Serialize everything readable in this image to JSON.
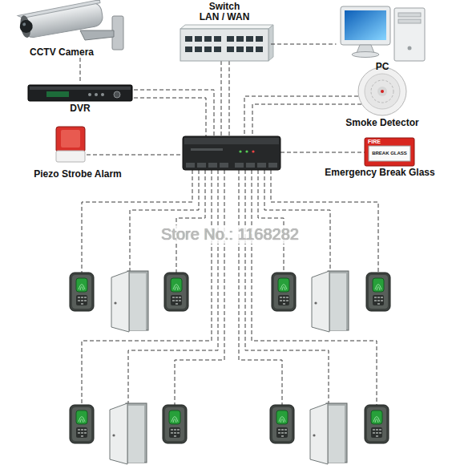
{
  "diagram": {
    "nodes": [
      {
        "text": [
          "CCTV Camera"
        ]
      },
      {
        "text": [
          "Switch LAN / WAN"
        ]
      },
      {
        "text": [
          "PC"
        ]
      },
      {
        "text": [
          "DVR"
        ]
      },
      {
        "text": [
          "Smoke Detector"
        ]
      },
      {
        "text": [
          "Piezo Strobe Alarm"
        ]
      },
      {
        "text": [
          "Emergency Break Glass"
        ]
      }
    ],
    "edges": [
      {
        "from": 0,
        "to": 3,
        "arrow": "none"
      },
      {
        "from": 1,
        "to": 2,
        "arrow": "none"
      }
    ],
    "labels": [
      "FIRE",
      "BREAK GLASS",
      "Store No.: 1168282"
    ]
  }
}
